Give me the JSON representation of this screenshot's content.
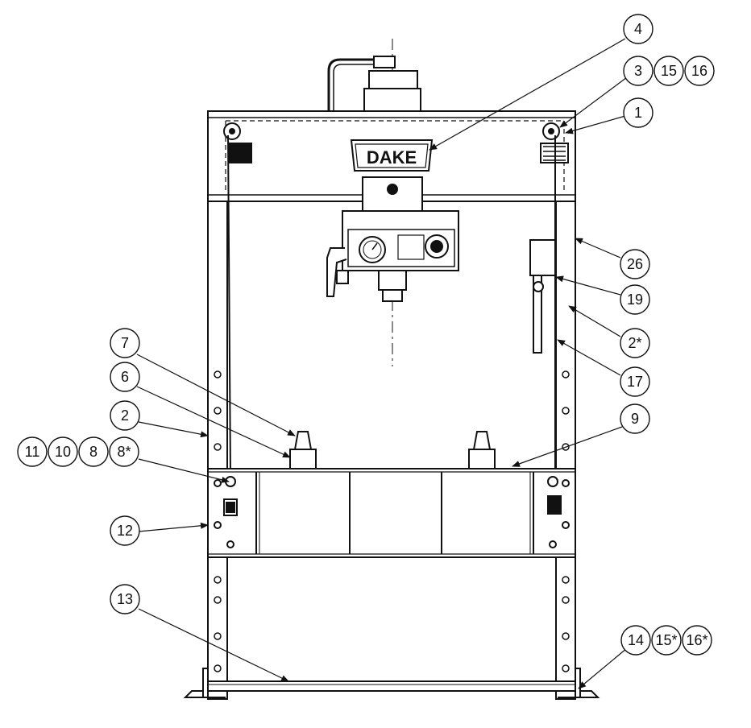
{
  "diagram": {
    "type": "exploded-parts-callout",
    "brand_label": "DAKE",
    "callouts": [
      {
        "id": "c1",
        "labels": [
          "4"
        ]
      },
      {
        "id": "c2",
        "labels": [
          "3",
          "15",
          "16"
        ]
      },
      {
        "id": "c3",
        "labels": [
          "1"
        ]
      },
      {
        "id": "c4",
        "labels": [
          "26"
        ]
      },
      {
        "id": "c5",
        "labels": [
          "19"
        ]
      },
      {
        "id": "c6",
        "labels": [
          "2*"
        ]
      },
      {
        "id": "c7",
        "labels": [
          "17"
        ]
      },
      {
        "id": "c8",
        "labels": [
          "9"
        ]
      },
      {
        "id": "c9",
        "labels": [
          "7"
        ]
      },
      {
        "id": "c10",
        "labels": [
          "6"
        ]
      },
      {
        "id": "c11",
        "labels": [
          "2"
        ]
      },
      {
        "id": "c12",
        "labels": [
          "11",
          "10",
          "8",
          "8*"
        ]
      },
      {
        "id": "c13",
        "labels": [
          "12"
        ]
      },
      {
        "id": "c14",
        "labels": [
          "13"
        ]
      },
      {
        "id": "c15",
        "labels": [
          "14",
          "15*",
          "16*"
        ]
      }
    ]
  }
}
